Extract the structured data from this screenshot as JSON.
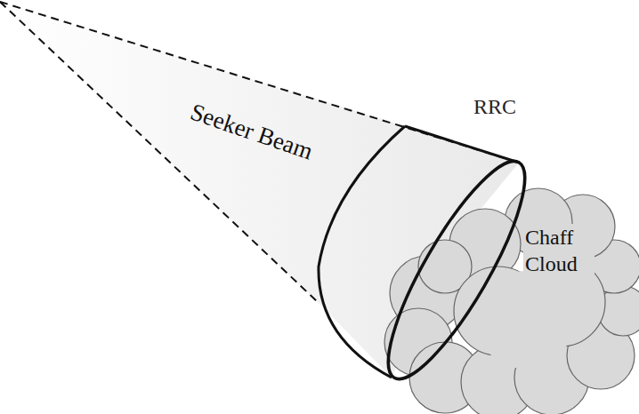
{
  "diagram": {
    "nodes": [
      {
        "text": [
          "Chaff Cloud"
        ]
      }
    ],
    "labels": [
      "Seeker Beam",
      "RRC"
    ]
  }
}
